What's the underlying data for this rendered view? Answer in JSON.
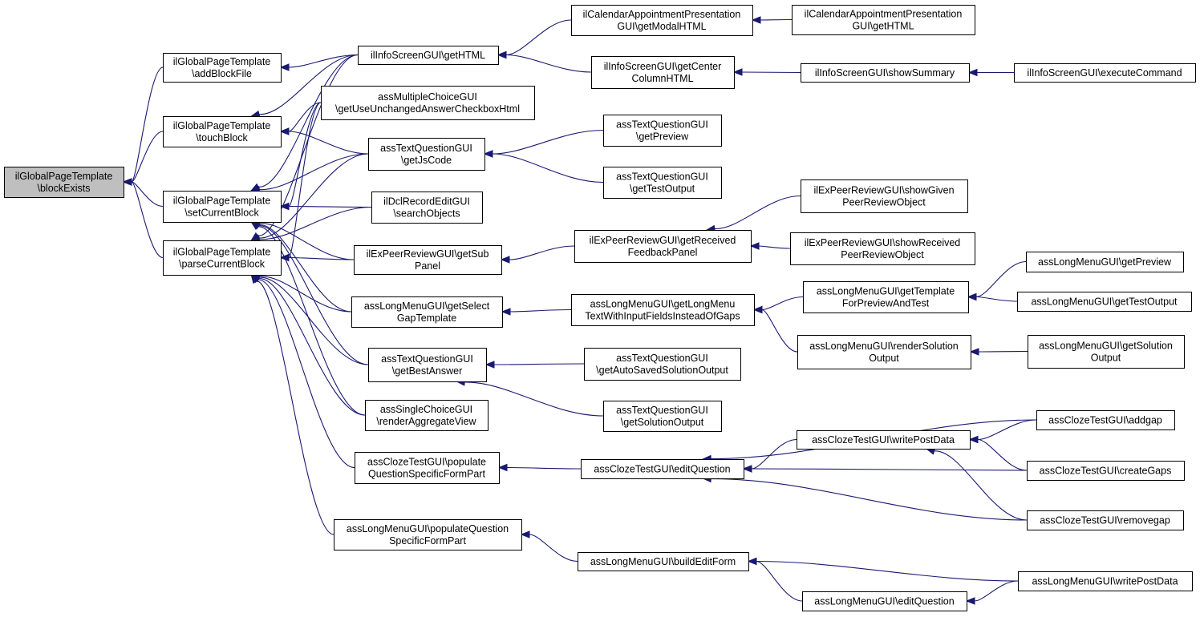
{
  "graph": {
    "type": "call-graph",
    "direction": "right-to-left arrows (caller to callee)",
    "colors": {
      "edge": "#191970",
      "root_fill": "#bfbfbf",
      "node_fill": "#ffffff",
      "border": "#000000"
    },
    "nodes": [
      {
        "id": "n0",
        "lines": [
          "ilGlobalPageTemplate",
          "\\blockExists"
        ],
        "root": true
      },
      {
        "id": "n1",
        "lines": [
          "ilGlobalPageTemplate",
          "\\addBlockFile"
        ]
      },
      {
        "id": "n2",
        "lines": [
          "ilGlobalPageTemplate",
          "\\touchBlock"
        ]
      },
      {
        "id": "n3",
        "lines": [
          "ilGlobalPageTemplate",
          "\\setCurrentBlock"
        ]
      },
      {
        "id": "n4",
        "lines": [
          "ilGlobalPageTemplate",
          "\\parseCurrentBlock"
        ]
      },
      {
        "id": "n5",
        "lines": [
          "ilInfoScreenGUI\\getHTML"
        ]
      },
      {
        "id": "n6",
        "lines": [
          "assMultipleChoiceGUI",
          "\\getUseUnchangedAnswerCheckboxHtml"
        ]
      },
      {
        "id": "n7",
        "lines": [
          "assTextQuestionGUI",
          "\\getJsCode"
        ]
      },
      {
        "id": "n8",
        "lines": [
          "ilDclRecordEditGUI",
          "\\searchObjects"
        ]
      },
      {
        "id": "n9",
        "lines": [
          "ilExPeerReviewGUI\\getSub",
          "Panel"
        ]
      },
      {
        "id": "n10",
        "lines": [
          "assLongMenuGUI\\getSelect",
          "GapTemplate"
        ]
      },
      {
        "id": "n11",
        "lines": [
          "assTextQuestionGUI",
          "\\getBestAnswer"
        ]
      },
      {
        "id": "n12",
        "lines": [
          "assSingleChoiceGUI",
          "\\renderAggregateView"
        ]
      },
      {
        "id": "n13",
        "lines": [
          "assClozeTestGUI\\populate",
          "QuestionSpecificFormPart"
        ]
      },
      {
        "id": "n14",
        "lines": [
          "assLongMenuGUI\\populateQuestion",
          "SpecificFormPart"
        ]
      },
      {
        "id": "n15",
        "lines": [
          "ilCalendarAppointmentPresentation",
          "GUI\\getModalHTML"
        ]
      },
      {
        "id": "n16",
        "lines": [
          "ilInfoScreenGUI\\getCenter",
          "ColumnHTML"
        ]
      },
      {
        "id": "n17",
        "lines": [
          "assTextQuestionGUI",
          "\\getPreview"
        ]
      },
      {
        "id": "n18",
        "lines": [
          "assTextQuestionGUI",
          "\\getTestOutput"
        ]
      },
      {
        "id": "n19",
        "lines": [
          "ilExPeerReviewGUI\\getReceived",
          "FeedbackPanel"
        ]
      },
      {
        "id": "n20",
        "lines": [
          "assLongMenuGUI\\getLongMenu",
          "TextWithInputFieldsInsteadOfGaps"
        ]
      },
      {
        "id": "n21",
        "lines": [
          "assTextQuestionGUI",
          "\\getAutoSavedSolutionOutput"
        ]
      },
      {
        "id": "n22",
        "lines": [
          "assTextQuestionGUI",
          "\\getSolutionOutput"
        ]
      },
      {
        "id": "n23",
        "lines": [
          "assClozeTestGUI\\editQuestion"
        ]
      },
      {
        "id": "n24",
        "lines": [
          "assLongMenuGUI\\buildEditForm"
        ]
      },
      {
        "id": "n25",
        "lines": [
          "ilCalendarAppointmentPresentation",
          "GUI\\getHTML"
        ]
      },
      {
        "id": "n26",
        "lines": [
          "ilInfoScreenGUI\\showSummary"
        ]
      },
      {
        "id": "n27",
        "lines": [
          "ilExPeerReviewGUI\\showGiven",
          "PeerReviewObject"
        ]
      },
      {
        "id": "n28",
        "lines": [
          "ilExPeerReviewGUI\\showReceived",
          "PeerReviewObject"
        ]
      },
      {
        "id": "n29",
        "lines": [
          "assLongMenuGUI\\getTemplate",
          "ForPreviewAndTest"
        ]
      },
      {
        "id": "n30",
        "lines": [
          "assLongMenuGUI\\renderSolution",
          "Output"
        ]
      },
      {
        "id": "n31",
        "lines": [
          "assClozeTestGUI\\writePostData"
        ]
      },
      {
        "id": "n32",
        "lines": [
          "assLongMenuGUI\\editQuestion"
        ]
      },
      {
        "id": "n33",
        "lines": [
          "ilInfoScreenGUI\\executeCommand"
        ]
      },
      {
        "id": "n34",
        "lines": [
          "assLongMenuGUI\\getPreview"
        ]
      },
      {
        "id": "n35",
        "lines": [
          "assLongMenuGUI\\getTestOutput"
        ]
      },
      {
        "id": "n36",
        "lines": [
          "assLongMenuGUI\\getSolution",
          "Output"
        ]
      },
      {
        "id": "n37",
        "lines": [
          "assClozeTestGUI\\addgap"
        ]
      },
      {
        "id": "n38",
        "lines": [
          "assClozeTestGUI\\createGaps"
        ]
      },
      {
        "id": "n39",
        "lines": [
          "assClozeTestGUI\\removegap"
        ]
      },
      {
        "id": "n40",
        "lines": [
          "assLongMenuGUI\\writePostData"
        ]
      }
    ],
    "edges": [
      [
        "n1",
        "n0"
      ],
      [
        "n2",
        "n0"
      ],
      [
        "n3",
        "n0"
      ],
      [
        "n4",
        "n0"
      ],
      [
        "n5",
        "n1"
      ],
      [
        "n5",
        "n2"
      ],
      [
        "n6",
        "n2"
      ],
      [
        "n7",
        "n2"
      ],
      [
        "n5",
        "n3"
      ],
      [
        "n6",
        "n3"
      ],
      [
        "n7",
        "n3"
      ],
      [
        "n8",
        "n3"
      ],
      [
        "n9",
        "n3"
      ],
      [
        "n10",
        "n3"
      ],
      [
        "n11",
        "n3"
      ],
      [
        "n12",
        "n3"
      ],
      [
        "n5",
        "n4"
      ],
      [
        "n6",
        "n4"
      ],
      [
        "n7",
        "n4"
      ],
      [
        "n8",
        "n4"
      ],
      [
        "n9",
        "n4"
      ],
      [
        "n10",
        "n4"
      ],
      [
        "n11",
        "n4"
      ],
      [
        "n12",
        "n4"
      ],
      [
        "n13",
        "n4"
      ],
      [
        "n14",
        "n4"
      ],
      [
        "n15",
        "n5"
      ],
      [
        "n16",
        "n5"
      ],
      [
        "n25",
        "n15"
      ],
      [
        "n26",
        "n16"
      ],
      [
        "n33",
        "n26"
      ],
      [
        "n17",
        "n7"
      ],
      [
        "n18",
        "n7"
      ],
      [
        "n19",
        "n9"
      ],
      [
        "n27",
        "n19"
      ],
      [
        "n28",
        "n19"
      ],
      [
        "n20",
        "n10"
      ],
      [
        "n29",
        "n20"
      ],
      [
        "n30",
        "n20"
      ],
      [
        "n34",
        "n29"
      ],
      [
        "n35",
        "n29"
      ],
      [
        "n36",
        "n30"
      ],
      [
        "n21",
        "n11"
      ],
      [
        "n22",
        "n11"
      ],
      [
        "n23",
        "n13"
      ],
      [
        "n31",
        "n23"
      ],
      [
        "n37",
        "n23"
      ],
      [
        "n38",
        "n23"
      ],
      [
        "n39",
        "n23"
      ],
      [
        "n37",
        "n31"
      ],
      [
        "n38",
        "n31"
      ],
      [
        "n39",
        "n31"
      ],
      [
        "n24",
        "n14"
      ],
      [
        "n32",
        "n24"
      ],
      [
        "n40",
        "n24"
      ],
      [
        "n40",
        "n32"
      ]
    ]
  }
}
